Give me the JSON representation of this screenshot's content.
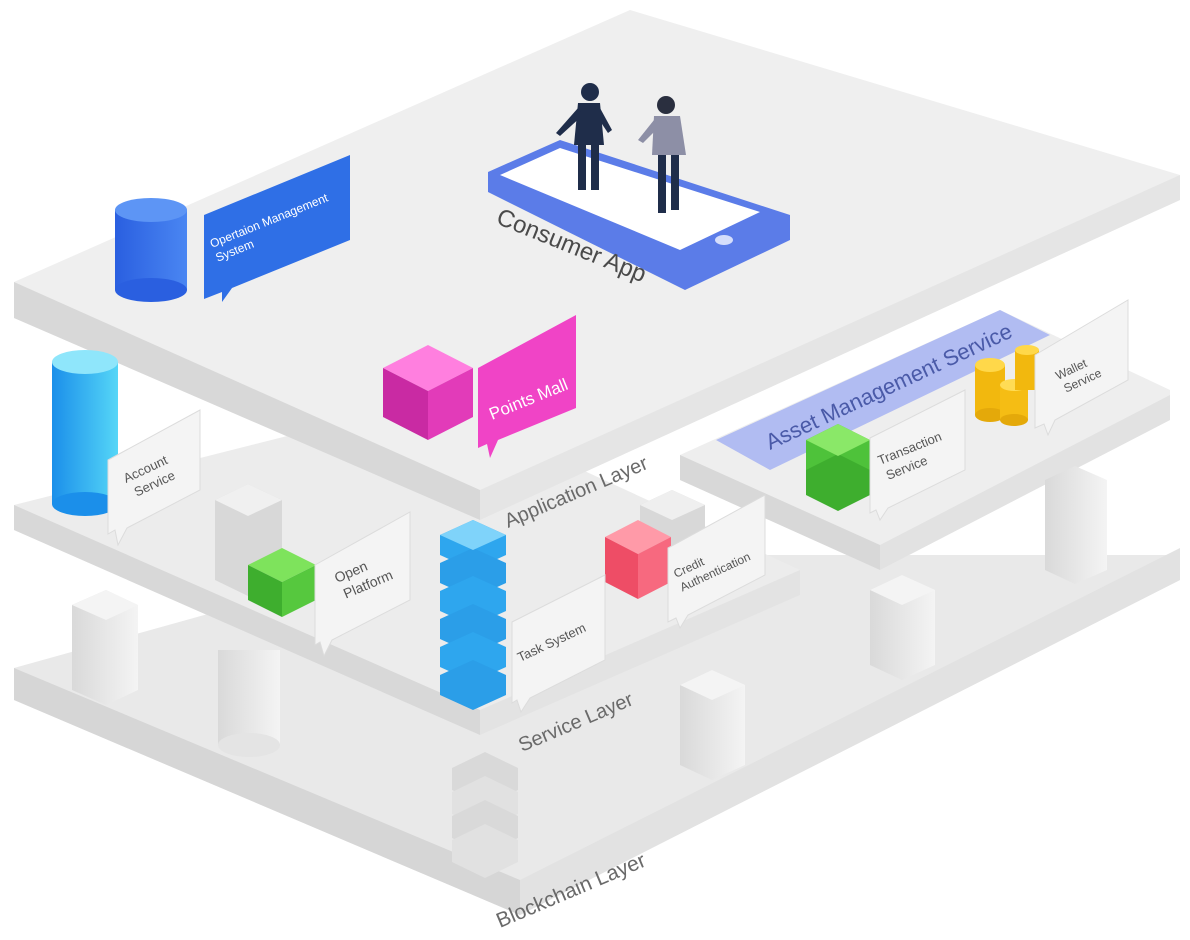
{
  "layers": {
    "application": "Application Layer",
    "service": "Service Layer",
    "blockchain": "Blockchain Layer"
  },
  "labels": {
    "consumer_app": "Consumer App",
    "points_mall": "Points Mall",
    "asset_management": "Asset Management Service",
    "operation_line1": "Opertaion Management",
    "operation_line2": "System",
    "account_line1": "Account",
    "account_line2": "Service",
    "open_platform_line1": "Open",
    "open_platform_line2": "Platform",
    "task_system": "Task System",
    "credit_line1": "Credit",
    "credit_line2": "Authentication",
    "transaction_line1": "Transaction",
    "transaction_line2": "Service",
    "wallet_line1": "Wallet",
    "wallet_line2": "Service"
  },
  "colors": {
    "slab_top": "#eeeeee",
    "slab_side": "#d4d4d4",
    "blue": "#2f6fe6",
    "cyan": "#2ea8ee",
    "pink": "#e23bb9",
    "green": "#4ec23a",
    "red": "#f2607a",
    "gold": "#f7c21b",
    "phone": "#6f8ff0"
  },
  "icons": [
    "database-icon",
    "cube-icon",
    "coin-stack-icon",
    "phone-icon",
    "person-icon"
  ]
}
